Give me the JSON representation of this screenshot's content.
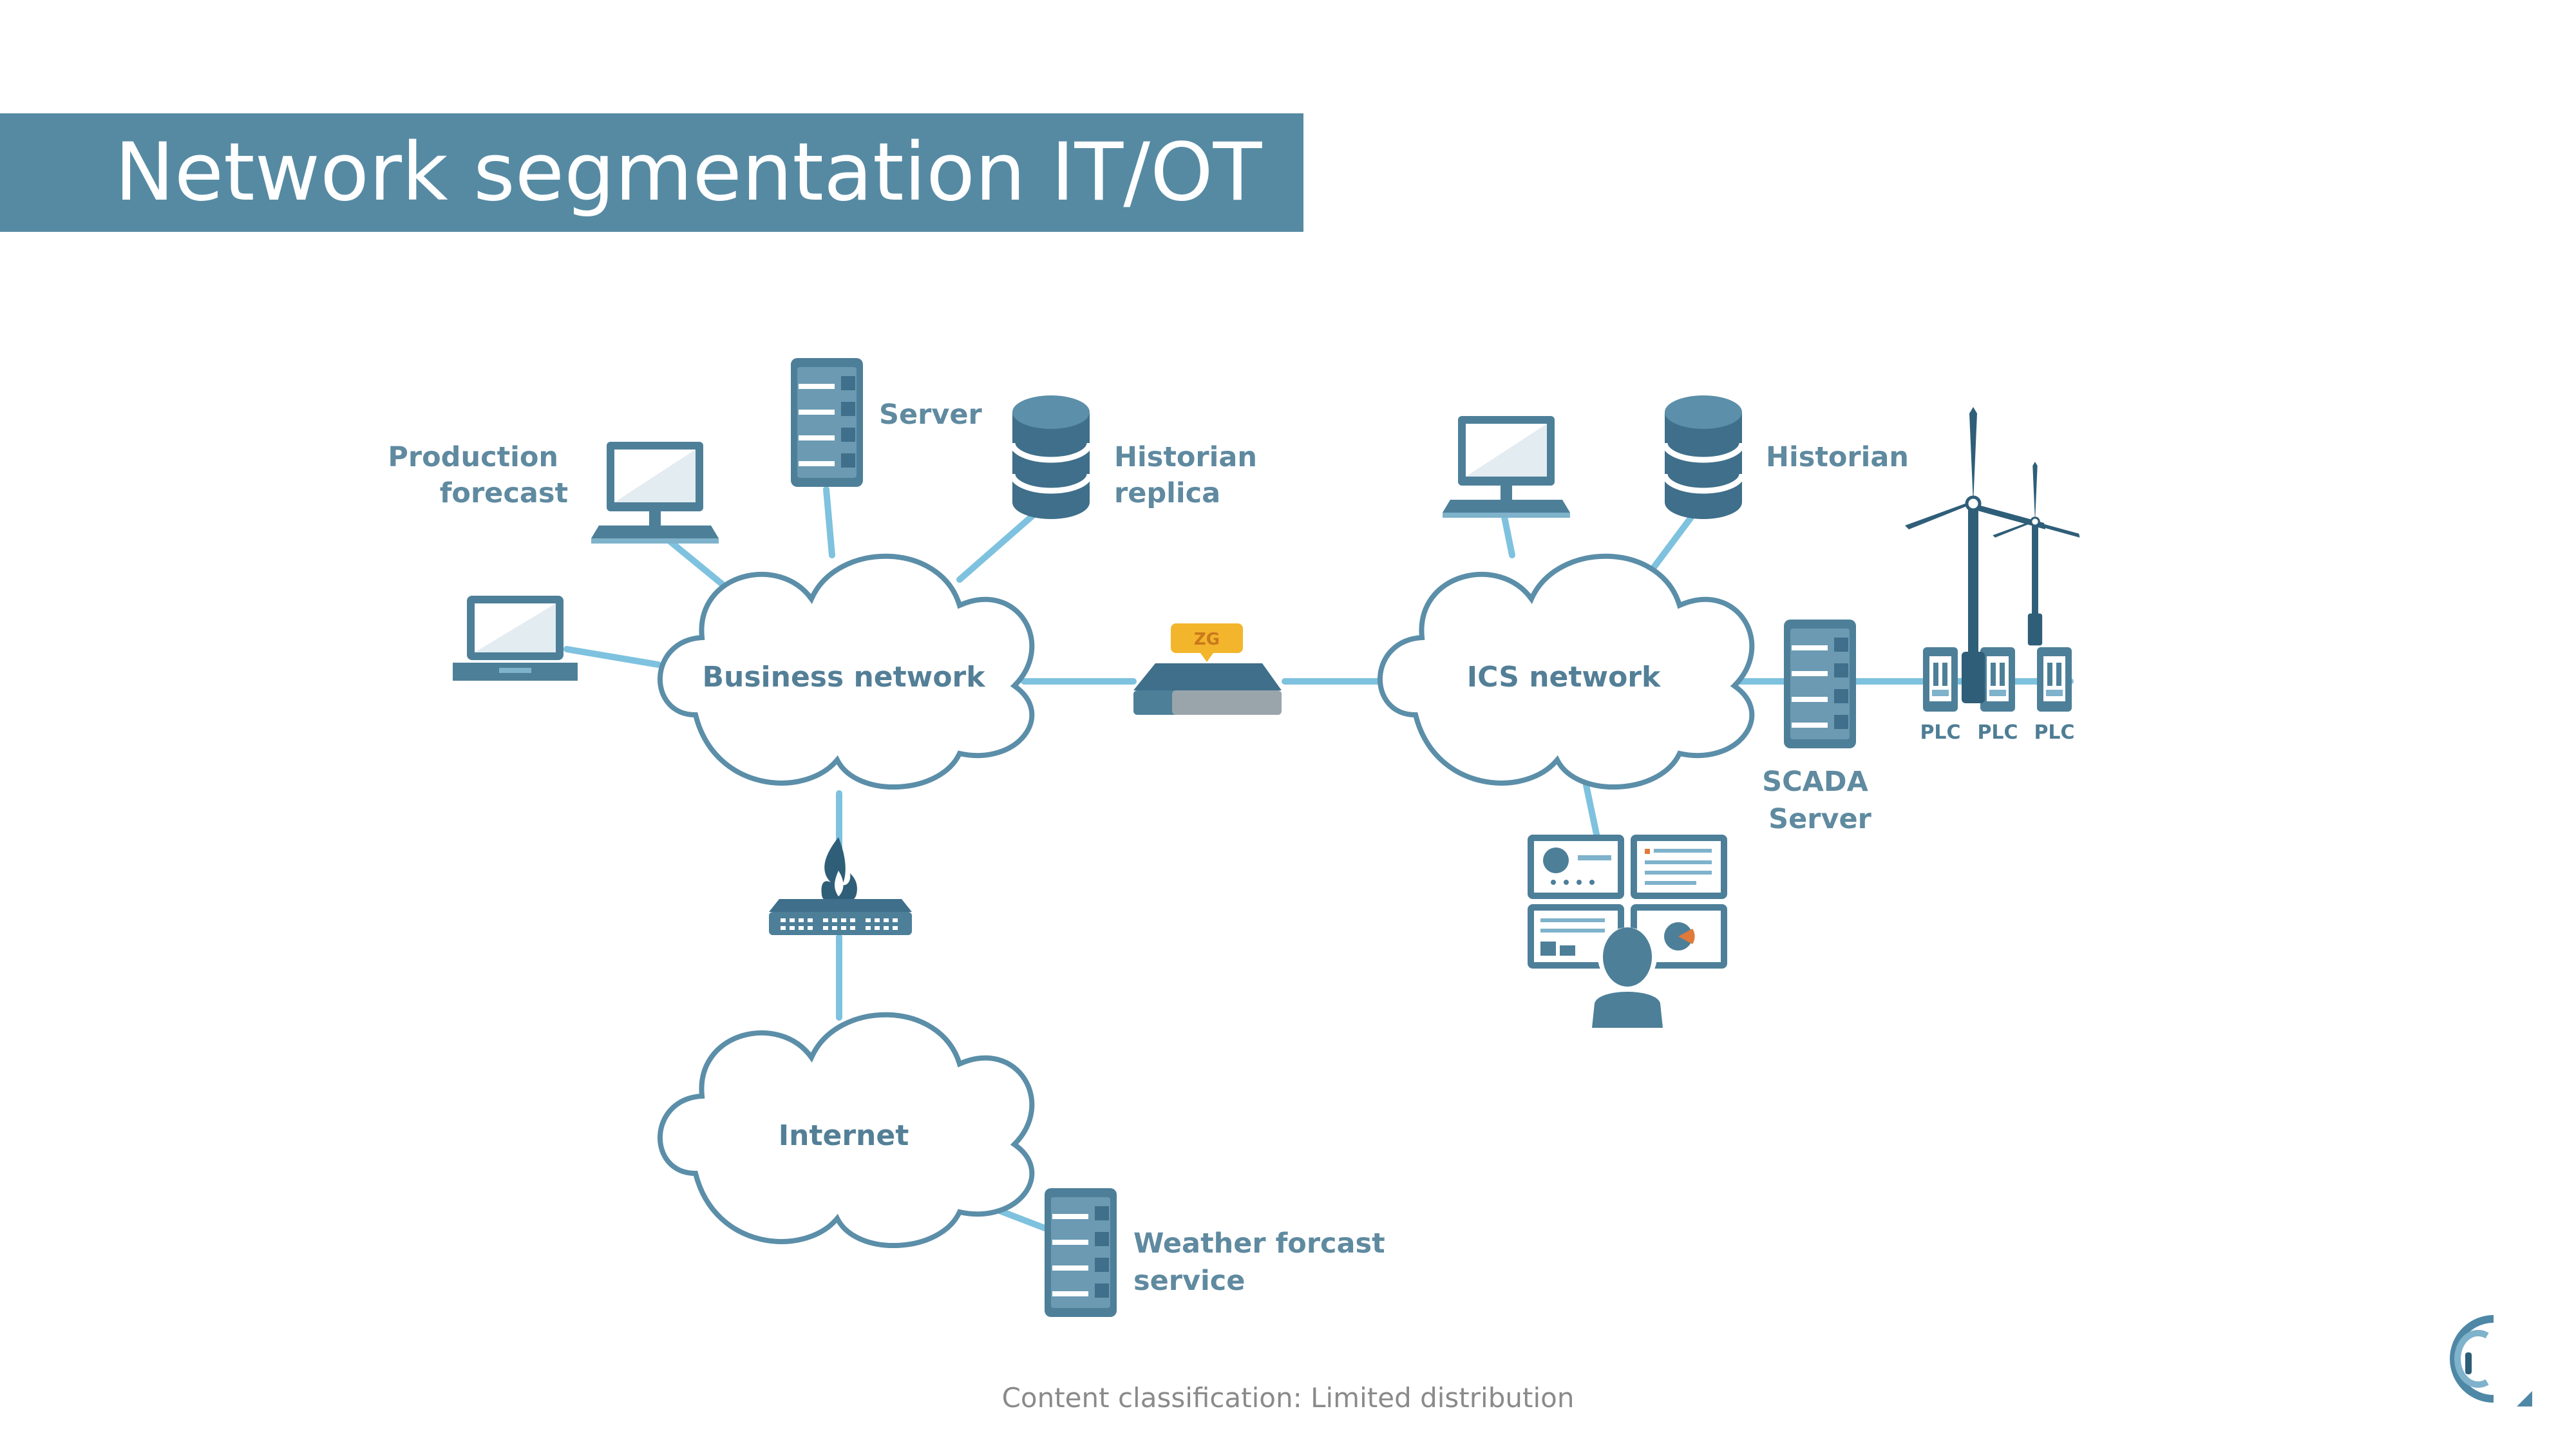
{
  "slide": {
    "title": "Network segmentation IT/OT",
    "footer": "Content classification: Limited distribution"
  },
  "diagram": {
    "nodes": {
      "production_forecast": [
        "Production",
        "forecast"
      ],
      "server": "Server",
      "historian_replica": [
        "Historian",
        "replica"
      ],
      "business_network": "Business network",
      "zone_gateway": "ZG",
      "ics_network": "ICS network",
      "historian": "Historian",
      "plc": [
        "PLC",
        "PLC",
        "PLC"
      ],
      "scada_server": [
        "SCADA",
        "Server"
      ],
      "internet": "Internet",
      "weather_service": [
        "Weather forcast",
        "service"
      ]
    },
    "icons": [
      "desktop-icon",
      "laptop-icon",
      "server-icon",
      "database-icon",
      "firewall-icon",
      "gateway-icon",
      "wind-turbine-icon",
      "plc-icon",
      "operator-workstation-icon",
      "logo-icon"
    ]
  },
  "colors": {
    "banner": "#568aa3",
    "icon_dark": "#3f6f8a",
    "icon_light": "#7fb2cb",
    "link": "#7ec2df",
    "cloud_stroke": "#5b8ea8",
    "label": "#5f8aa0",
    "gateway_badge": "#f3b52c"
  }
}
